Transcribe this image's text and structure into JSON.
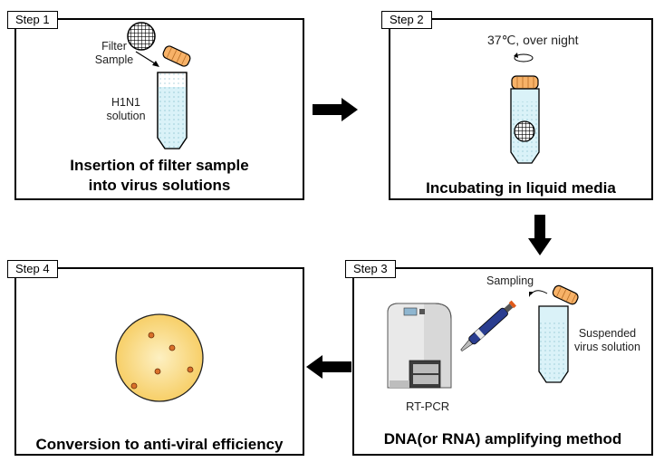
{
  "step1": {
    "tag": "Step 1",
    "filter_label_line1": "Filter",
    "filter_label_line2": "Sample",
    "solution_label_line1": "H1N1",
    "solution_label_line2": "solution",
    "caption_line1": "Insertion of filter sample",
    "caption_line2": "into virus solutions"
  },
  "step2": {
    "tag": "Step 2",
    "condition": "37℃, over night",
    "caption": "Incubating in liquid media"
  },
  "step3": {
    "tag": "Step 3",
    "sampling_label": "Sampling",
    "suspended_line1": "Suspended",
    "suspended_line2": "virus solution",
    "device_label": "RT-PCR",
    "caption": "DNA(or RNA) amplifying method"
  },
  "step4": {
    "tag": "Step 4",
    "caption": "Conversion to anti-viral efficiency"
  },
  "colors": {
    "liquid": "#cdeef5",
    "cap": "#f7b268",
    "plate": "#fbe29a",
    "dot": "#d9702a"
  }
}
